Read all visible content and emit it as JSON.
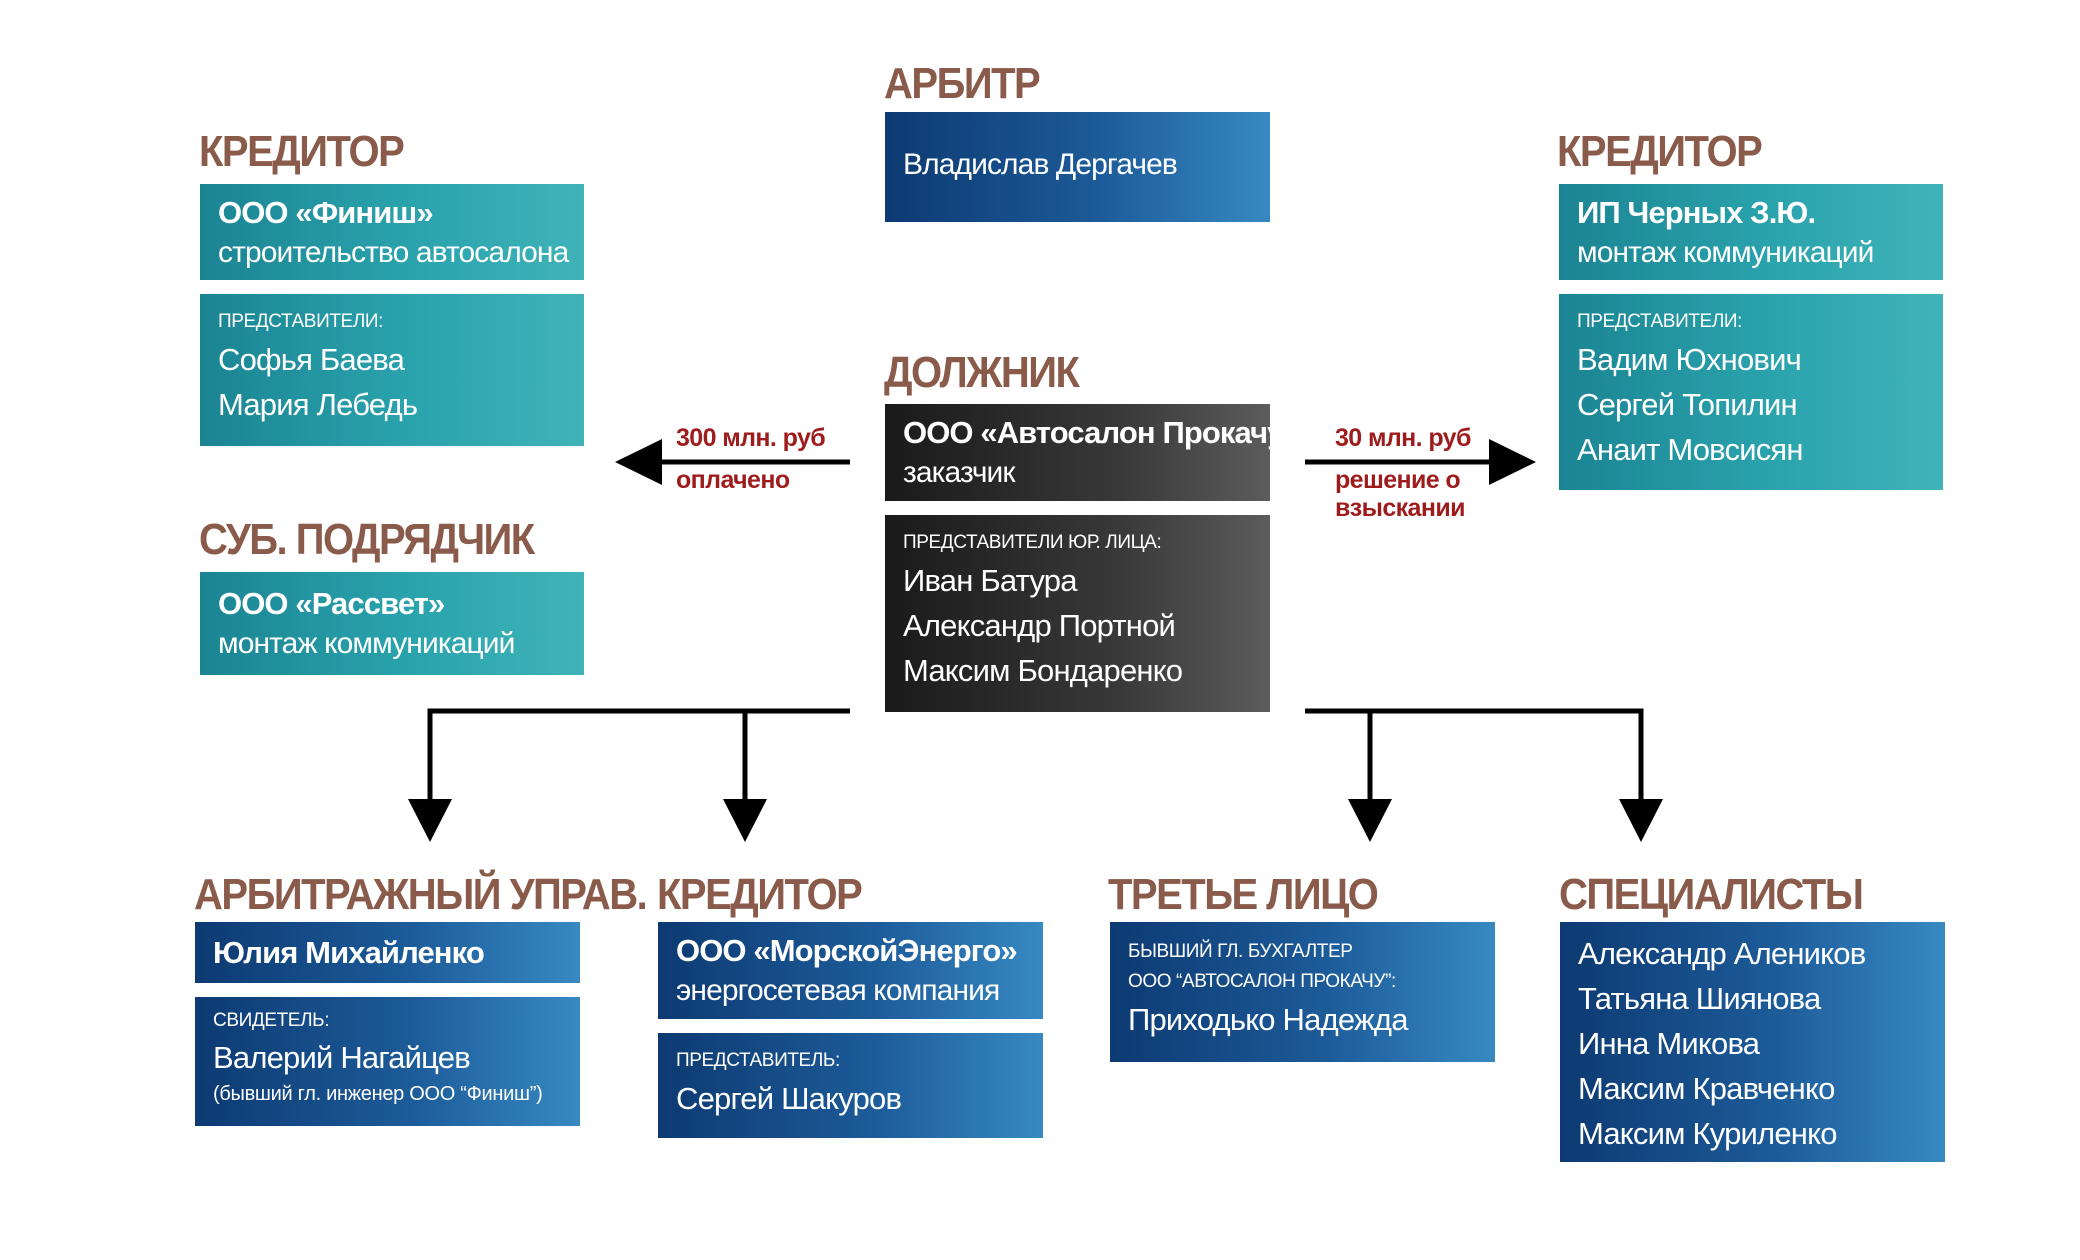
{
  "arbiter": {
    "heading": "АРБИТР",
    "name": "Владислав Дергачев"
  },
  "creditor_left": {
    "heading": "КРЕДИТОР",
    "company": "ООО «Финиш»",
    "role": "строительство автосалона",
    "reps_label": "ПРЕДСТАВИТЕЛИ:",
    "reps": [
      "Софья Баева",
      "Мария Лебедь"
    ]
  },
  "creditor_right": {
    "heading": "КРЕДИТОР",
    "company": "ИП Черных З.Ю.",
    "role": "монтаж коммуникаций",
    "reps_label": "ПРЕДСТАВИТЕЛИ:",
    "reps": [
      "Вадим Юхнович",
      "Сергей Топилин",
      "Анаит Мовсисян"
    ]
  },
  "subcontractor": {
    "heading": "СУБ. ПОДРЯДЧИК",
    "company": "ООО «Рассвет»",
    "role": "монтаж коммуникаций"
  },
  "debtor": {
    "heading": "ДОЛЖНИК",
    "company": "ООО «Автосалон Прокачу»",
    "role": "заказчик",
    "reps_label": "ПРЕДСТАВИТЕЛИ ЮР. ЛИЦА:",
    "reps": [
      "Иван Батура",
      "Александр Портной",
      "Максим Бондаренко"
    ]
  },
  "arrow_left": {
    "amount": "300 млн. руб",
    "status": "оплачено"
  },
  "arrow_right": {
    "amount": "30 млн. руб",
    "status_line1": "решение о",
    "status_line2": "взыскании"
  },
  "arbitration_manager": {
    "heading": "АРБИТРАЖНЫЙ УПРАВ.",
    "name": "Юлия Михайленко",
    "witness_label": "СВИДЕТЕЛЬ:",
    "witness_name": "Валерий Нагайцев",
    "witness_note": "(бывший гл. инженер ООО “Финиш”)"
  },
  "creditor_bottom": {
    "heading": "КРЕДИТОР",
    "company": "ООО «МорскойЭнерго»",
    "role": "энергосетевая компания",
    "rep_label": "ПРЕДСТАВИТЕЛЬ:",
    "rep_name": "Сергей Шакуров"
  },
  "third_party": {
    "heading": "ТРЕТЬЕ ЛИЦО",
    "desc_line1": "БЫВШИЙ ГЛ. БУХГАЛТЕР",
    "desc_line2": "ООО “АВТОСАЛОН ПРОКАЧУ”:",
    "name": "Приходько Надежда"
  },
  "specialists": {
    "heading": "СПЕЦИАЛИСТЫ",
    "names": [
      "Александр Алеников",
      "Татьяна Шиянова",
      "Инна Микова",
      "Максим Кравченко",
      "Максим Куриленко"
    ]
  },
  "colors": {
    "heading": "#8a5a4a",
    "arrow_label": "#9e1c1c",
    "teal": "#2aa3ad",
    "blue": "#1c5a98",
    "dark": "#383838",
    "connector": "#000000"
  }
}
